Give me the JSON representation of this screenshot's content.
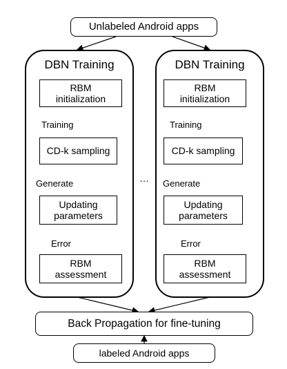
{
  "top_input": "Unlabeled Android apps",
  "panels": [
    {
      "title": "DBN Training",
      "steps": [
        "RBM\ninitialization",
        "CD-k sampling",
        "Updating\nparameters",
        "RBM\nassessment"
      ],
      "edge_labels": [
        "Training",
        "Generate",
        "Error"
      ]
    },
    {
      "title": "DBN Training",
      "steps": [
        "RBM\ninitialization",
        "CD-k sampling",
        "Updating\nparameters",
        "RBM\nassessment"
      ],
      "edge_labels": [
        "Training",
        "Generate",
        "Error"
      ]
    }
  ],
  "ellipsis": "…",
  "fine_tune": "Back Propagation for fine-tuning",
  "bottom_input": "labeled Android apps"
}
